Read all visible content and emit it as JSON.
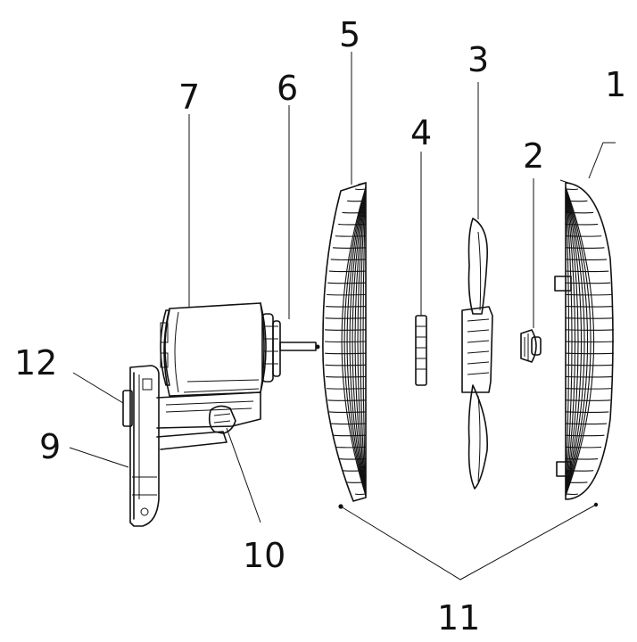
{
  "callouts": {
    "c1": "1",
    "c2": "2",
    "c3": "3",
    "c4": "4",
    "c5": "5",
    "c6": "6",
    "c7": "7",
    "c9": "9",
    "c10": "10",
    "c11": "11",
    "c12": "12"
  }
}
